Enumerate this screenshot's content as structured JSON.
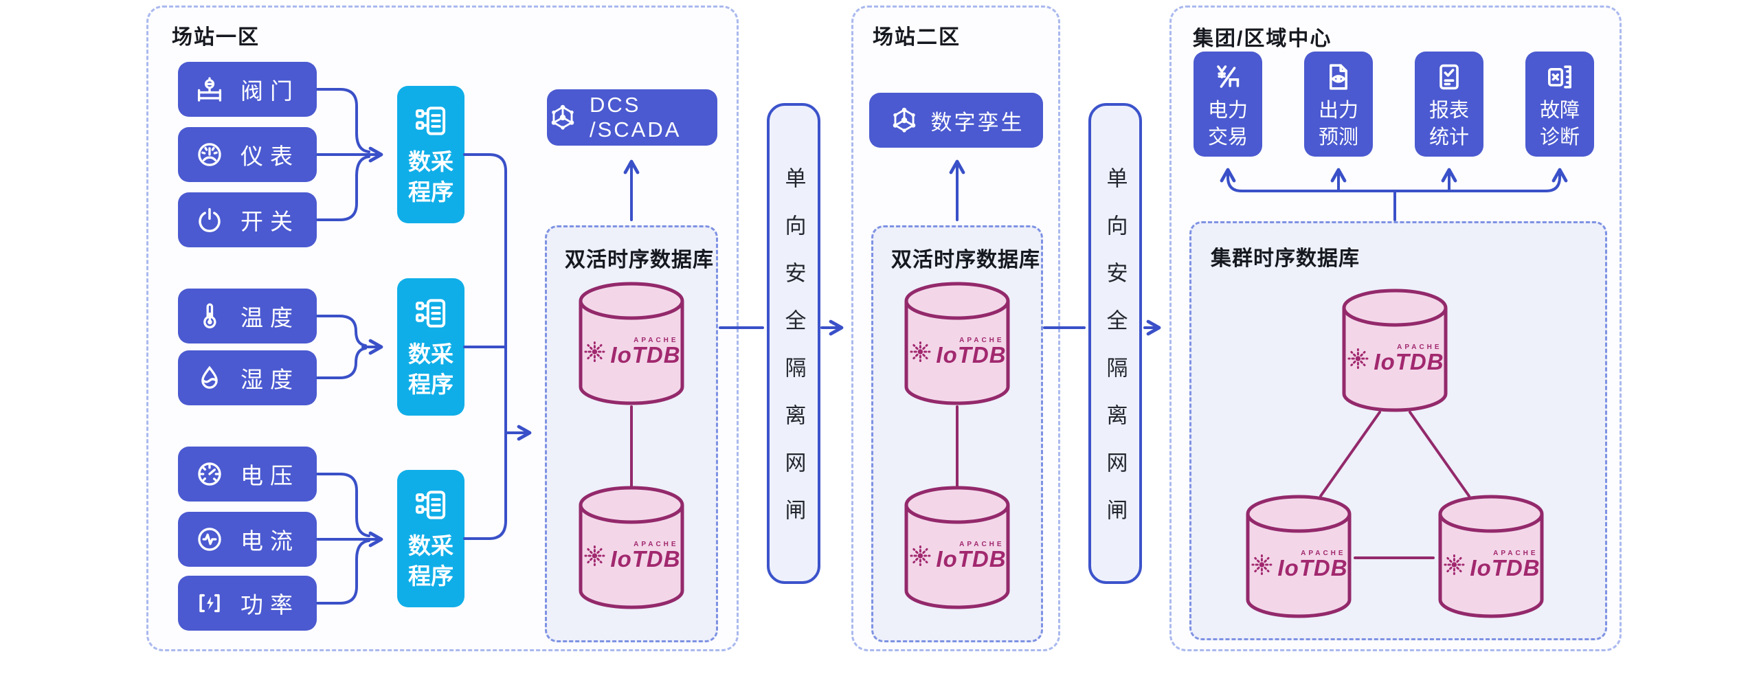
{
  "palette": {
    "indigo": "#4b5ad0",
    "cyan": "#10aee8",
    "line_blue": "#3a50c8",
    "cylinder_stroke": "#93296b",
    "cylinder_fill": "#f3d7e9",
    "logo_magenta": "#a1286e",
    "panel_fill": "#eef0fa",
    "ink": "#16181f"
  },
  "station1": {
    "title": "场站一区",
    "groups": [
      {
        "sensors": [
          {
            "label": "阀门",
            "icon": "valve-icon"
          },
          {
            "label": "仪表",
            "icon": "gauge-icon"
          },
          {
            "label": "开关",
            "icon": "switch-icon"
          }
        ]
      },
      {
        "sensors": [
          {
            "label": "温度",
            "icon": "thermometer-icon"
          },
          {
            "label": "湿度",
            "icon": "humidity-icon"
          }
        ]
      },
      {
        "sensors": [
          {
            "label": "电压",
            "icon": "voltmeter-icon"
          },
          {
            "label": "电流",
            "icon": "current-icon"
          },
          {
            "label": "功率",
            "icon": "power-icon"
          }
        ]
      }
    ],
    "daq": {
      "line1": "数采",
      "line2": "程序"
    },
    "scada_label": "DCS /SCADA",
    "db_title": "双活时序数据库"
  },
  "gateways": {
    "vertical_label": "单向安全隔离网闸"
  },
  "station2": {
    "title": "场站二区",
    "twin_label": "数字孪生",
    "db_title": "双活时序数据库"
  },
  "center": {
    "title": "集团/区域中心",
    "apps": [
      {
        "line1": "电力",
        "line2": "交易",
        "icon": "trade-icon"
      },
      {
        "line1": "出力",
        "line2": "预测",
        "icon": "forecast-icon"
      },
      {
        "line1": "报表",
        "line2": "统计",
        "icon": "report-icon"
      },
      {
        "line1": "故障",
        "line2": "诊断",
        "icon": "diagnosis-icon"
      }
    ],
    "db_title": "集群时序数据库"
  },
  "iotdb": {
    "apache": "APACHE",
    "name": "IoTDB"
  }
}
